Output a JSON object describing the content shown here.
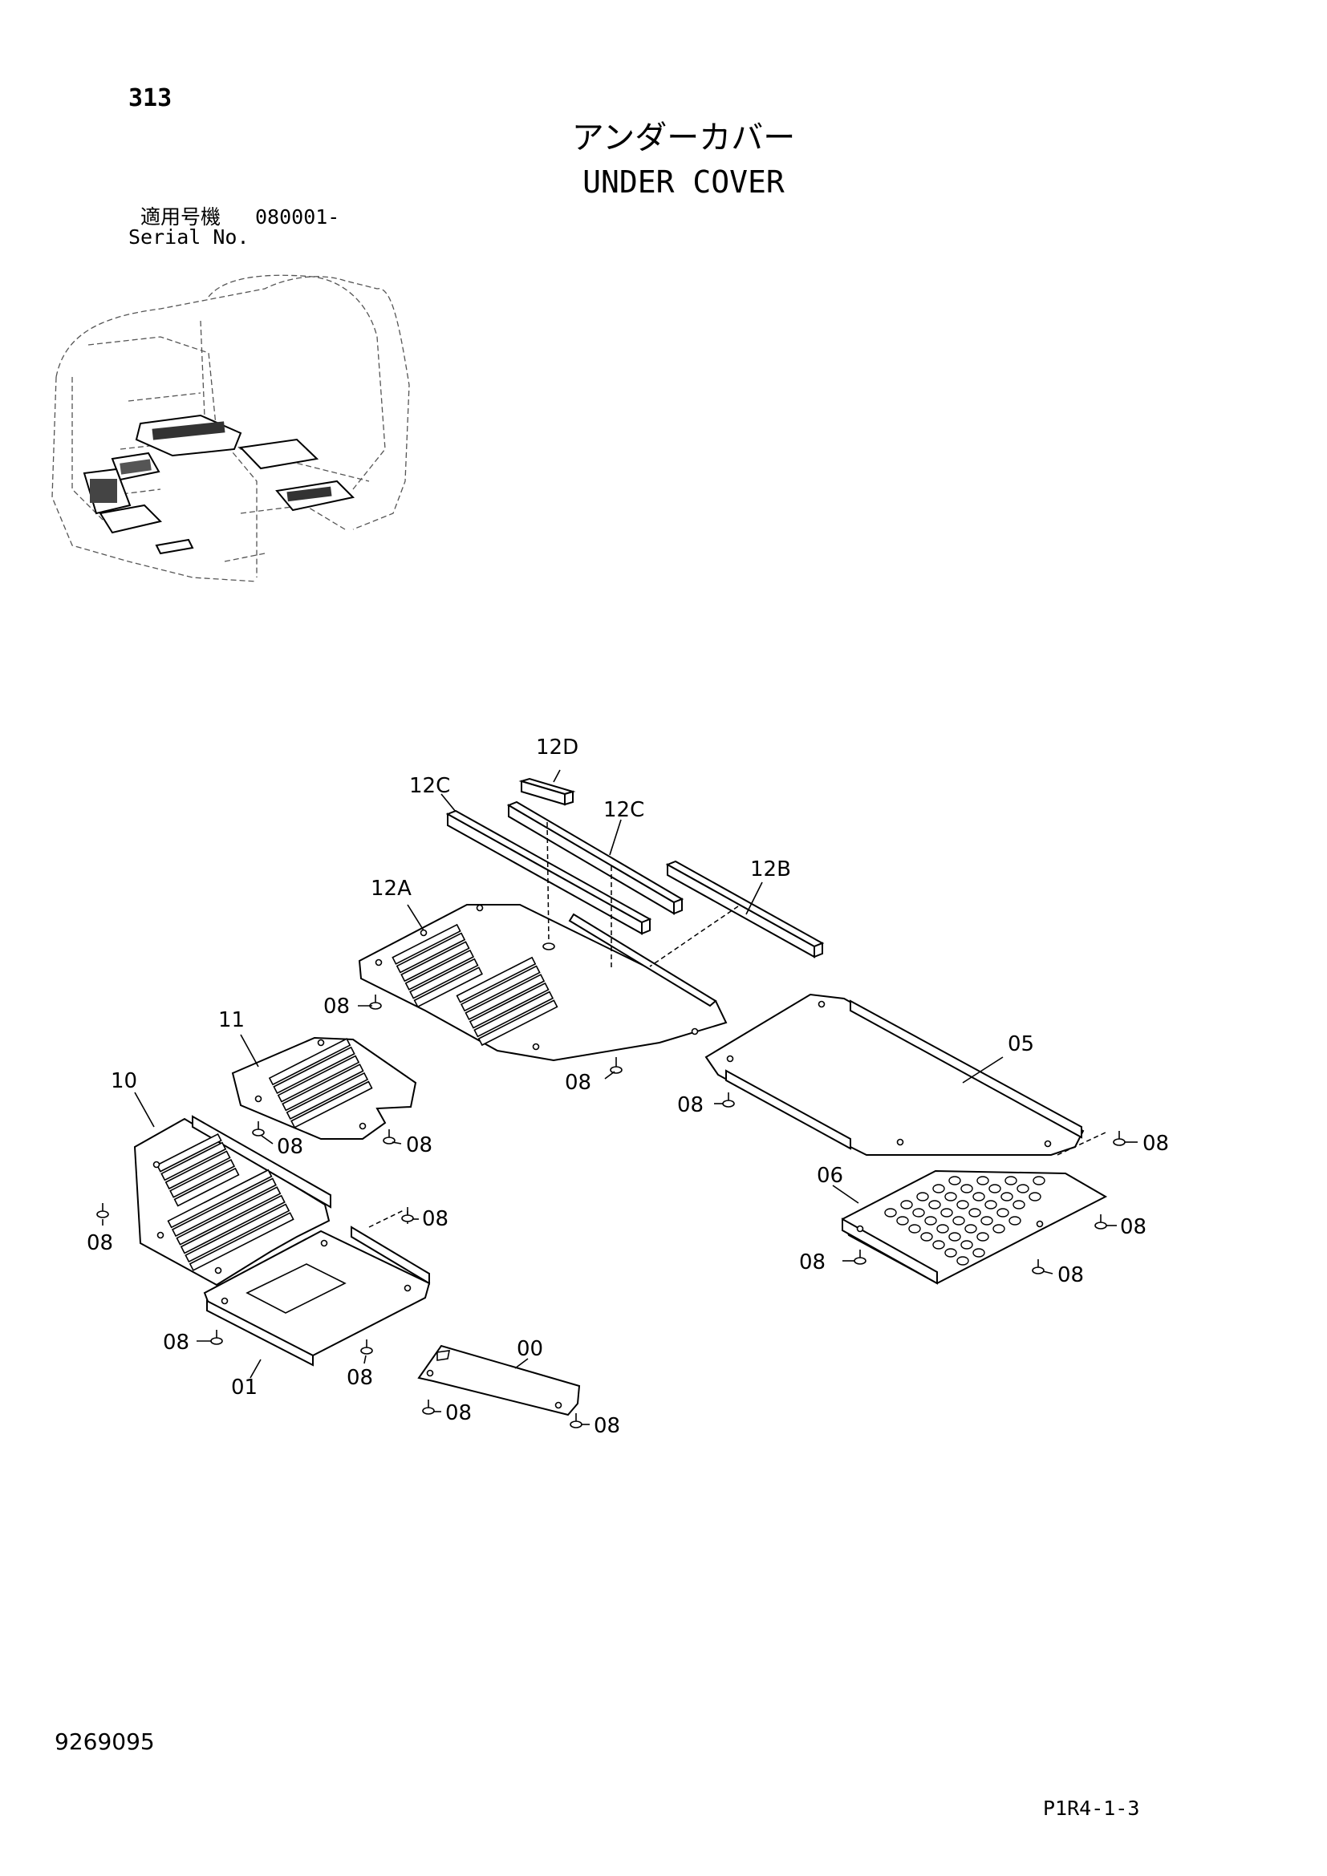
{
  "header": {
    "page_number": "313",
    "title_jp": "アンダーカバー",
    "title_en": "UNDER COVER",
    "serial_label_jp": "適用号機",
    "serial_range": "080001-",
    "serial_label_en": "Serial No."
  },
  "callouts": {
    "p00": "00",
    "p01": "01",
    "p05": "05",
    "p06": "06",
    "p08": "08",
    "p10": "10",
    "p11": "11",
    "p12a": "12A",
    "p12b": "12B",
    "p12c": "12C",
    "p12d": "12D"
  },
  "footer": {
    "document_number": "9269095",
    "page_code": "P1R4-1-3"
  }
}
